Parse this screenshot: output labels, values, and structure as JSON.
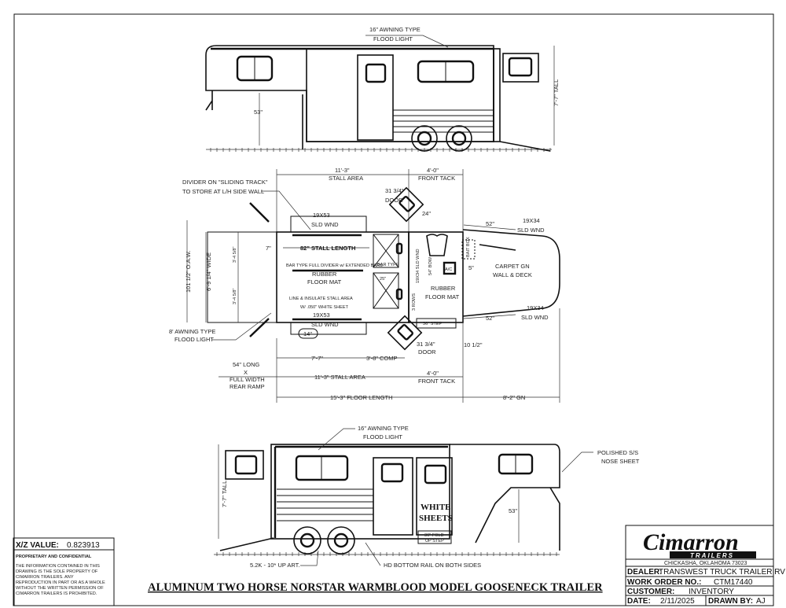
{
  "title": "ALUMINUM TWO HORSE NORSTAR WARMBLOOD MODEL GOOSENECK TRAILER",
  "xz": {
    "label": "X/Z VALUE:",
    "value": "0.823913"
  },
  "proprietary": {
    "heading": "PROPRIETARY AND CONFIDENTIAL",
    "lines": [
      "THE INFORMATION CONTAINED IN THIS",
      "DRAWING IS THE SOLE PROPERTY OF",
      "CIMARRON TRAILERS.  ANY",
      "REPRODUCTION IN PART OR AS A WHOLE",
      "WITHOUT THE WRITTEN PERMISSION OF",
      "CIMARRON TRAILERS IS PROHIBITED."
    ]
  },
  "titleblock": {
    "logo": "Cimarron",
    "logo_sub": "TRAILERS",
    "location": "CHICKASHA, OKLAHOMA 73023",
    "dealer_label": "DEALER:",
    "dealer": "TRANSWEST TRUCK TRAILER RV",
    "work_order_label": "WORK ORDER NO.:",
    "work_order": "CTM17440",
    "customer_label": "CUSTOMER:",
    "customer": "INVENTORY",
    "date_label": "DATE:",
    "date": "2/11/2025",
    "drawn_by_label": "DRAWN BY:",
    "drawn_by": "AJ"
  },
  "top_view": {
    "awning_1": "16\" AWNING TYPE",
    "awning_2": "FLOOD LIGHT",
    "height": "7'-7\" TALL",
    "hitch": "53\""
  },
  "plan": {
    "stall_area_top": "11'-3\"",
    "stall_area_top_2": "STALL AREA",
    "front_tack_top": "4'-0\"",
    "front_tack_top_2": "FRONT TACK",
    "divider_1": "DIVIDER ON \"SLIDING TRACK\"",
    "divider_2": "TO STORE AT L/H SIDE WALL",
    "door_top": "31 3/4\"",
    "door_top_2": "DOOR",
    "d24": "24\"",
    "wnd_top_1": "19X53",
    "wnd_top_2": "SLD WND",
    "seven": "7\"",
    "stall_length": "82\" STALL LENGTH",
    "bar_divider": "BAR TYPE FULL DIVIDER w/ EXTENDED BARS",
    "bar_type": "BAR TYPE",
    "rubber_1": "RUBBER",
    "rubber_2": "FLOOR MAT",
    "d25": "25\"",
    "line_1": "LINE & INSULATE STALL AREA",
    "line_2": "W/ .050\" WHITE SHEET",
    "wnd_bot_1": "19X53",
    "wnd_bot_2": "SLD WND",
    "d14": "14\"",
    "oaw": "101 1/2\" O.A.W.",
    "wide": "6'-9 1/4\" WIDE",
    "half_1": "3'-4 5/8\"",
    "half_2": "3'-4 5/8\"",
    "tack_wnd": "19X34 SLD WND",
    "bow": "54\" BOW",
    "rows": "3 ROWS",
    "saddle_rack": "BAIT BOX",
    "ac": "A/C",
    "d5": "5\"",
    "tack_rubber_1": "RUBBER",
    "tack_rubber_2": "FLOOR MAT",
    "carpet_1": "CARPET GN",
    "carpet_2": "WALL & DECK",
    "gn_wnd_top": "52\"",
    "gn_wnd_top_1": "19X34",
    "gn_wnd_top_2": "SLD WND",
    "gn_wnd_bot": "52\"",
    "gn_wnd_bot_1": "19X34",
    "gn_wnd_bot_2": "SLD WND",
    "step": "36\" STEP",
    "awning8_1": "8' AWNING TYPE",
    "awning8_2": "FLOOD LIGHT",
    "door_bot": "31 3/4\"",
    "door_bot_2": "DOOR",
    "d10": "10 1/2\"",
    "d77": "7'-7\"",
    "comp": "3'-8\" COMP",
    "ramp": [
      "54\" LONG",
      "X",
      "FULL WIDTH",
      "REAR RAMP"
    ],
    "stall_area_bot": "11'-3\" STALL AREA",
    "front_tack_bot_1": "4'-0\"",
    "front_tack_bot_2": "FRONT TACK",
    "floor_length": "15'-3\" FLOOR LENGTH",
    "gn": "8'-2\" GN"
  },
  "bottom_view": {
    "awning_1": "16\" AWNING TYPE",
    "awning_2": "FLOOD LIGHT",
    "nose_1": "POLISHED S/S",
    "nose_2": "NOSE SHEET",
    "height": "7'-7\" TALL",
    "hitch": "53\"",
    "white_1": "WHITE",
    "white_2": "SHEETS",
    "step_1": "36\" FOLD",
    "step_2": "UP STEP",
    "axle": "5.2K - 10* UP ART.",
    "rail": "HD BOTTOM RAIL ON BOTH SIDES"
  }
}
